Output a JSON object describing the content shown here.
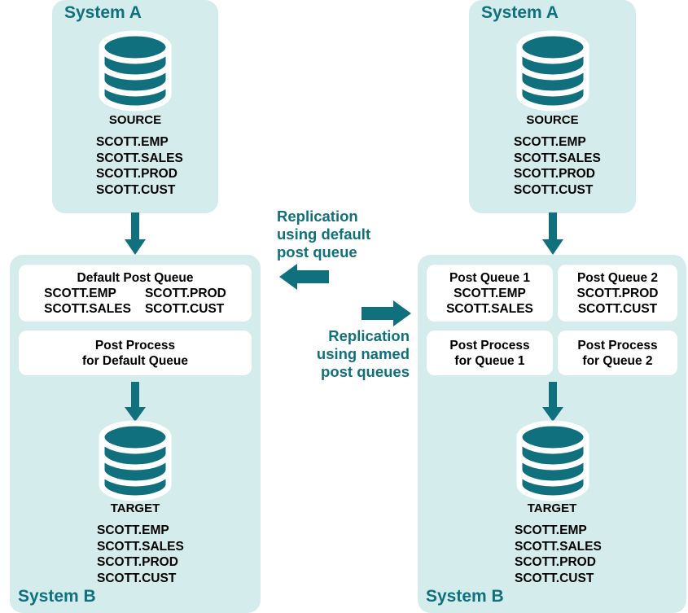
{
  "theme": {
    "teal": "#10707e",
    "panel_bg": "#d4eceb",
    "box_bg": "#ffffff",
    "text": "#000000"
  },
  "left_scenario": {
    "top_panel": {
      "system_label": "System A",
      "db_icon": "database-icon",
      "db_caption": "SOURCE",
      "tables": [
        "SCOTT.EMP",
        "SCOTT.SALES",
        "SCOTT.PROD",
        "SCOTT.CUST"
      ]
    },
    "arrow_down_top": "arrow-down-icon",
    "bottom_panel": {
      "system_label": "System B",
      "queue_box": {
        "title": "Default Post Queue",
        "tables": [
          "SCOTT.EMP",
          "SCOTT.PROD",
          "SCOTT.SALES",
          "SCOTT.CUST"
        ]
      },
      "process_box": {
        "line1": "Post Process",
        "line2": "for Default Queue"
      },
      "arrow_down_mid": "arrow-down-icon",
      "db_icon": "database-icon",
      "db_caption": "TARGET",
      "tables": [
        "SCOTT.EMP",
        "SCOTT.SALES",
        "SCOTT.PROD",
        "SCOTT.CUST"
      ]
    }
  },
  "center": {
    "left_flow": {
      "label_lines": [
        "Replication",
        "using default",
        "post queue"
      ],
      "arrow": "arrow-left-icon"
    },
    "right_flow": {
      "label_lines": [
        "Replication",
        "using named",
        "post queues"
      ],
      "arrow": "arrow-right-icon"
    }
  },
  "right_scenario": {
    "top_panel": {
      "system_label": "System A",
      "db_icon": "database-icon",
      "db_caption": "SOURCE",
      "tables": [
        "SCOTT.EMP",
        "SCOTT.SALES",
        "SCOTT.PROD",
        "SCOTT.CUST"
      ]
    },
    "arrow_down_top": "arrow-down-icon",
    "bottom_panel": {
      "system_label": "System B",
      "queue_box_1": {
        "title": "Post Queue 1",
        "tables": [
          "SCOTT.EMP",
          "SCOTT.SALES"
        ]
      },
      "queue_box_2": {
        "title": "Post Queue 2",
        "tables": [
          "SCOTT.PROD",
          "SCOTT.CUST"
        ]
      },
      "process_box_1": {
        "line1": "Post Process",
        "line2": "for Queue 1"
      },
      "process_box_2": {
        "line1": "Post Process",
        "line2": "for Queue 2"
      },
      "arrow_down_mid": "arrow-down-icon",
      "db_icon": "database-icon",
      "db_caption": "TARGET",
      "tables": [
        "SCOTT.EMP",
        "SCOTT.SALES",
        "SCOTT.PROD",
        "SCOTT.CUST"
      ]
    }
  }
}
